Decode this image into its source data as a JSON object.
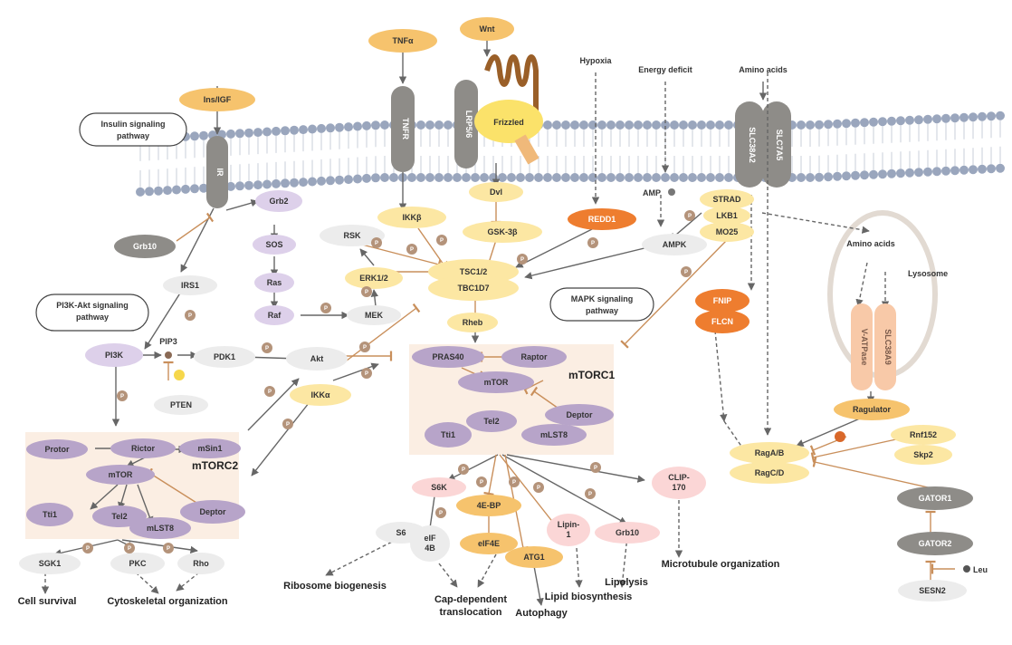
{
  "ligands": {
    "ins_igf": "Ins/IGF",
    "tnfa": "TNFα",
    "wnt": "Wnt",
    "hypoxia": "Hypoxia",
    "energy_deficit": "Energy deficit",
    "amino_acids": "Amino acids"
  },
  "membrane": {
    "ir": "IR",
    "tnfr": "TNFR",
    "lrp": "LRP5/6",
    "frizzled": "Frizzled",
    "slc38a2": "SLC38A2",
    "slc7a5": "SLC7A5"
  },
  "pathways": {
    "insulin": [
      "Insulin signaling",
      "pathway"
    ],
    "pi3k_akt": [
      "PI3K-Akt signaling",
      "pathway"
    ],
    "mapk": [
      "MAPK signaling",
      "pathway"
    ]
  },
  "nodes": {
    "grb10_left": "Grb10",
    "grb2": "Grb2",
    "sos": "SOS",
    "ras": "Ras",
    "raf": "Raf",
    "mek": "MEK",
    "rsk": "RSK",
    "erk": "ERK1/2",
    "irs1": "IRS1",
    "pi3k": "PI3K",
    "pip3": "PIP3",
    "pten": "PTEN",
    "pdk1": "PDK1",
    "akt": "Akt",
    "ikka": "IKKα",
    "ikkb": "IKKβ",
    "dvl": "Dvl",
    "gsk3b": "GSK-3β",
    "redd1": "REDD1",
    "amp": "AMP",
    "ampk": "AMPK",
    "strad": "STRAD",
    "lkb1": "LKB1",
    "mo25": "MO25",
    "tsc12": "TSC1/2",
    "tbc1d7": "TBC1D7",
    "rheb": "Rheb",
    "fnip": "FNIP",
    "flcn": "FLCN",
    "amino_acids_lys": "Amino acids",
    "lysosome": "Lysosome",
    "vatpase": "V-ATPase",
    "slc38a9": "SLC38A9",
    "ragulator": "Ragulator",
    "raga": "RagA/B",
    "ragc": "RagC/D",
    "rnf152": "Rnf152",
    "skp2": "Skp2",
    "gator1": "GATOR1",
    "gator2": "GATOR2",
    "sesn2": "SESN2",
    "leu": "Leu"
  },
  "mtorc1": {
    "label": "mTORC1",
    "pras40": "PRAS40",
    "raptor": "Raptor",
    "mtor": "mTOR",
    "deptor": "Deptor",
    "tel2": "Tel2",
    "tti": "Tti1",
    "mlst8": "mLST8"
  },
  "mtorc2": {
    "label": "mTORC2",
    "protor": "Protor",
    "rictor": "Rictor",
    "msin1": "mSin1",
    "mtor": "mTOR",
    "deptor": "Deptor",
    "tti": "Tti1",
    "tel2": "Tel2",
    "mlst8": "mLST8"
  },
  "downstream": {
    "s6k": "S6K",
    "ebp": "4E-BP",
    "eif4e": "eIF4E",
    "s6": "S6",
    "eif4b": [
      "eIF",
      "4B"
    ],
    "atg1": "ATG1",
    "lipin": [
      "Lipin-",
      "1"
    ],
    "grb10": "Grb10",
    "clip": [
      "CLIP-",
      "170"
    ],
    "sgk1": "SGK1",
    "pkc": "PKC",
    "rho": "Rho"
  },
  "outcomes": {
    "ribosome": "Ribosome biogenesis",
    "cap_dep": [
      "Cap-dependent",
      "translocation"
    ],
    "autophagy": "Autophagy",
    "lipid": "Lipid biosynthesis",
    "lipolysis": "Lipolysis",
    "microtubule": "Microtubule organization",
    "cell_survival": "Cell survival",
    "cytoskeletal": "Cytoskeletal organization"
  },
  "phospho_label": "P",
  "colors": {
    "yellow": "#fce7a3",
    "orange_light": "#f6c36d",
    "orange_strong": "#ee7d2f",
    "purple": "#b7a4c9",
    "purple_light": "#ddd0ea",
    "pink": "#fbd6d6",
    "gray_node": "#ececec",
    "receptor": "#8e8c88",
    "membrane_head": "#9aa6bd",
    "phospho": "#b4937a",
    "box": "#fbeee3",
    "inhibit": "#c98f5b",
    "activate": "#666666"
  }
}
